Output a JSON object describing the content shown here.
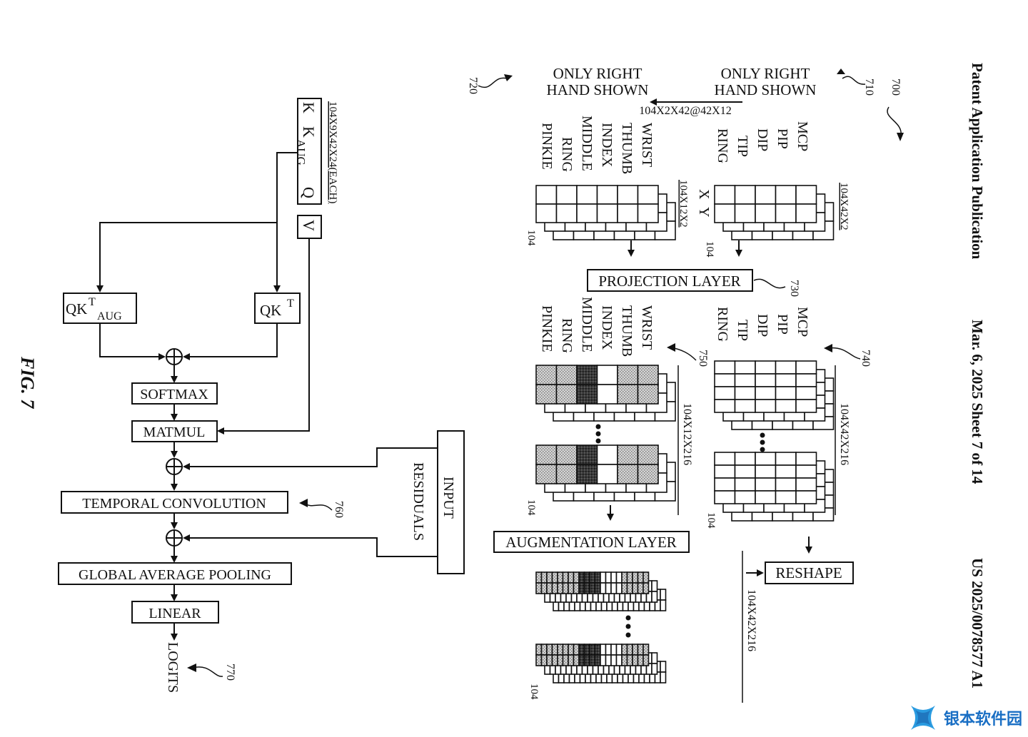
{
  "header": {
    "publication": "Patent Application Publication",
    "date_sheet": "Mar. 6, 2025  Sheet 7 of 14",
    "number": "US 2025/0078577 A1"
  },
  "figure": {
    "caption": "FIG. 7",
    "refs": {
      "r700": "700",
      "r710": "710",
      "r720": "720",
      "r730": "730",
      "r740": "740",
      "r750": "750",
      "r760": "760",
      "r770": "770"
    },
    "panel710": {
      "title_line1": "ONLY RIGHT",
      "title_line2": "HAND SHOWN",
      "joint_labels": [
        "MCP",
        "PIP",
        "DIP",
        "TIP",
        "RING"
      ],
      "axis_labels": [
        "X",
        "Y"
      ],
      "dim": "104X42X2",
      "depth": "104"
    },
    "panel720": {
      "title_line1": "ONLY RIGHT",
      "title_line2": "HAND SHOWN",
      "finger_labels": [
        "WRIST",
        "THUMB",
        "INDEX",
        "MIDDLE",
        "RING",
        "PINKIE"
      ],
      "dim": "104X12X2",
      "depth": "104"
    },
    "transform_label": "104X2X42@42X12",
    "projection_layer": "PROJECTION LAYER",
    "panel740": {
      "joint_labels": [
        "MCP",
        "PIP",
        "DIP",
        "TIP",
        "RING"
      ],
      "dim": "104X42X216",
      "depth": "104"
    },
    "panel750": {
      "finger_labels": [
        "WRIST",
        "THUMB",
        "INDEX",
        "MIDDLE",
        "RING",
        "PINKIE"
      ],
      "dim": "104X12X216",
      "depth": "104"
    },
    "augmentation_layer": "AUGMENTATION LAYER",
    "reshape": "RESHAPE",
    "augmented": {
      "dim": "104X42X216",
      "depth": "104"
    },
    "attention": {
      "dim": "104X9X42X24(EACH)",
      "k": "K",
      "k_aug": "K",
      "k_aug_sub": "AUG",
      "q": "Q",
      "v": "V",
      "qkt": "QK",
      "qkt_sup": "T",
      "qkt_aug": "QK",
      "qkt_aug_sup": "T",
      "qkt_aug_sub": "AUG"
    },
    "blocks": {
      "softmax": "SOFTMAX",
      "matmul": "MATMUL",
      "temporal_conv": "TEMPORAL CONVOLUTION",
      "gap": "GLOBAL AVERAGE POOLING",
      "linear": "LINEAR",
      "logits": "LOGITS",
      "input_residuals_1": "INPUT",
      "input_residuals_2": "RESIDUALS"
    }
  },
  "watermark": {
    "text": "银本软件园",
    "color": "#1a6fc4"
  }
}
